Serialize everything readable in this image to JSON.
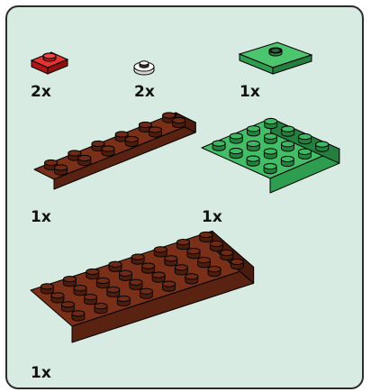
{
  "colors": {
    "panel_background": "#d8ebe3",
    "panel_border": "#2b2b2b",
    "red": "#d81f1f",
    "white": "#f2f2f2",
    "green": "#3fb862",
    "brown": "#6b2a14"
  },
  "parts": [
    {
      "id": "red-plate-1x1",
      "quantity": "2x",
      "color": "red",
      "icon": "red-1x1-plate-icon"
    },
    {
      "id": "white-round-plate-1x1",
      "quantity": "2x",
      "color": "white",
      "icon": "white-round-1x1-plate-icon"
    },
    {
      "id": "green-jumper-plate-2x2",
      "quantity": "1x",
      "color": "green",
      "icon": "green-2x2-jumper-plate-icon"
    },
    {
      "id": "brown-plate-2x6",
      "quantity": "1x",
      "color": "brown",
      "icon": "brown-2x6-plate-icon"
    },
    {
      "id": "green-plate-4x4",
      "quantity": "1x",
      "color": "green",
      "icon": "green-4x4-plate-icon"
    },
    {
      "id": "brown-plate-4x8",
      "quantity": "1x",
      "color": "brown",
      "icon": "brown-4x8-plate-icon"
    }
  ]
}
